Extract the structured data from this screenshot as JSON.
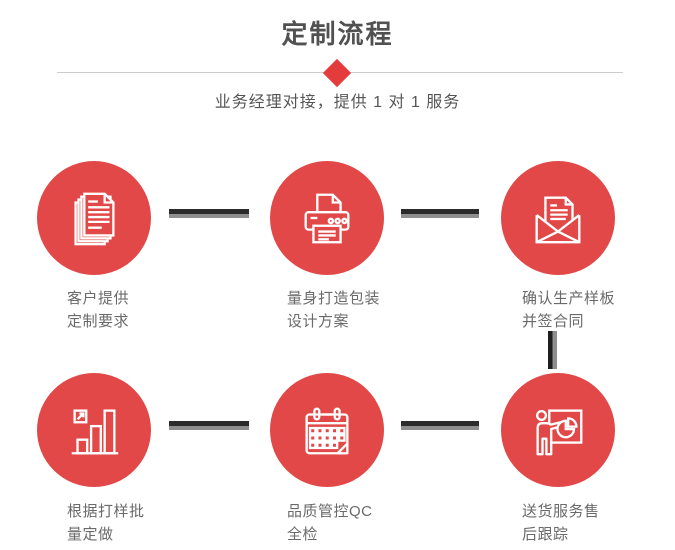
{
  "header": {
    "title": "定制流程",
    "subtitle": "业务经理对接，提供 1 对 1 服务"
  },
  "colors": {
    "circle_red": "#e24848",
    "diamond_red": "#e43c3c",
    "connector_dark": "#2b2b2b",
    "connector_light": "#8e8e8e",
    "divider_gray": "#cccccc",
    "title_text": "#515151",
    "label_text": "#6a6a6a"
  },
  "steps": [
    {
      "icon": "stacked-documents-icon",
      "label_line1": "客户提供",
      "label_line2": "定制要求"
    },
    {
      "icon": "printer-icon",
      "label_line1": "量身打造包装",
      "label_line2": "设计方案"
    },
    {
      "icon": "open-envelope-icon",
      "label_line1": "确认生产样板",
      "label_line2": "并签合同"
    },
    {
      "icon": "growth-bar-chart-icon",
      "label_line1": "根据打样批",
      "label_line2": "量定做"
    },
    {
      "icon": "calendar-icon",
      "label_line1": "品质管控QC",
      "label_line2": "全检"
    },
    {
      "icon": "presentation-board-icon",
      "label_line1": "送货服务售",
      "label_line2": "后跟踪"
    }
  ]
}
